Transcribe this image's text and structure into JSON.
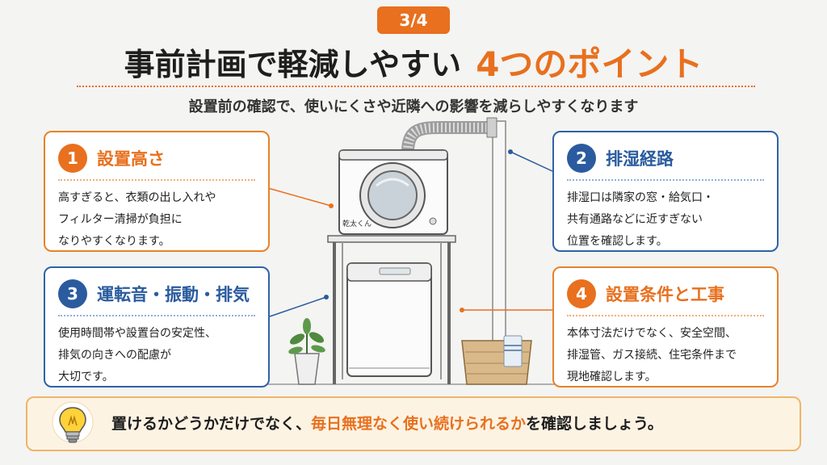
{
  "header": {
    "page_indicator": "3/4",
    "title_main": "事前計画で軽減しやすい",
    "title_accent": "4つのポイント",
    "subtitle": "設置前の確認で、使いにくさや近隣への影響を減らしやすくなります"
  },
  "points": [
    {
      "number": "1",
      "title": "設置高さ",
      "body": "高すぎると、衣類の出し入れや\nフィルター清掃が負担に\nなりやすくなります。",
      "color": "#e8701e"
    },
    {
      "number": "2",
      "title": "排湿経路",
      "body": "排湿口は隣家の窓・給気口・\n共有通路などに近すぎない\n位置を確認します。",
      "color": "#2a5b9e"
    },
    {
      "number": "3",
      "title": "運転音・振動・排気",
      "body": "使用時間帯や設置台の安定性、\n排気の向きへの配慮が\n大切です。",
      "color": "#2a5b9e"
    },
    {
      "number": "4",
      "title": "設置条件と工事",
      "body": "本体寸法だけでなく、安全空間、\n排湿管、ガス接続、住宅条件まで\n現地確認します。",
      "color": "#e8701e"
    }
  ],
  "illustration": {
    "dryer_brand": "乾太くん",
    "icons": [
      "gas-dryer-icon",
      "washing-machine-icon",
      "laundry-basket-icon",
      "potted-plant-icon",
      "lightbulb-icon"
    ]
  },
  "tip": {
    "prefix": "置けるかどうかだけでなく、",
    "accent": "毎日無理なく使い続けられるか",
    "suffix": "を確認しましょう。"
  },
  "colors": {
    "accent_orange": "#e8701e",
    "accent_blue": "#2a5b9e",
    "background": "#f4f4f2"
  }
}
